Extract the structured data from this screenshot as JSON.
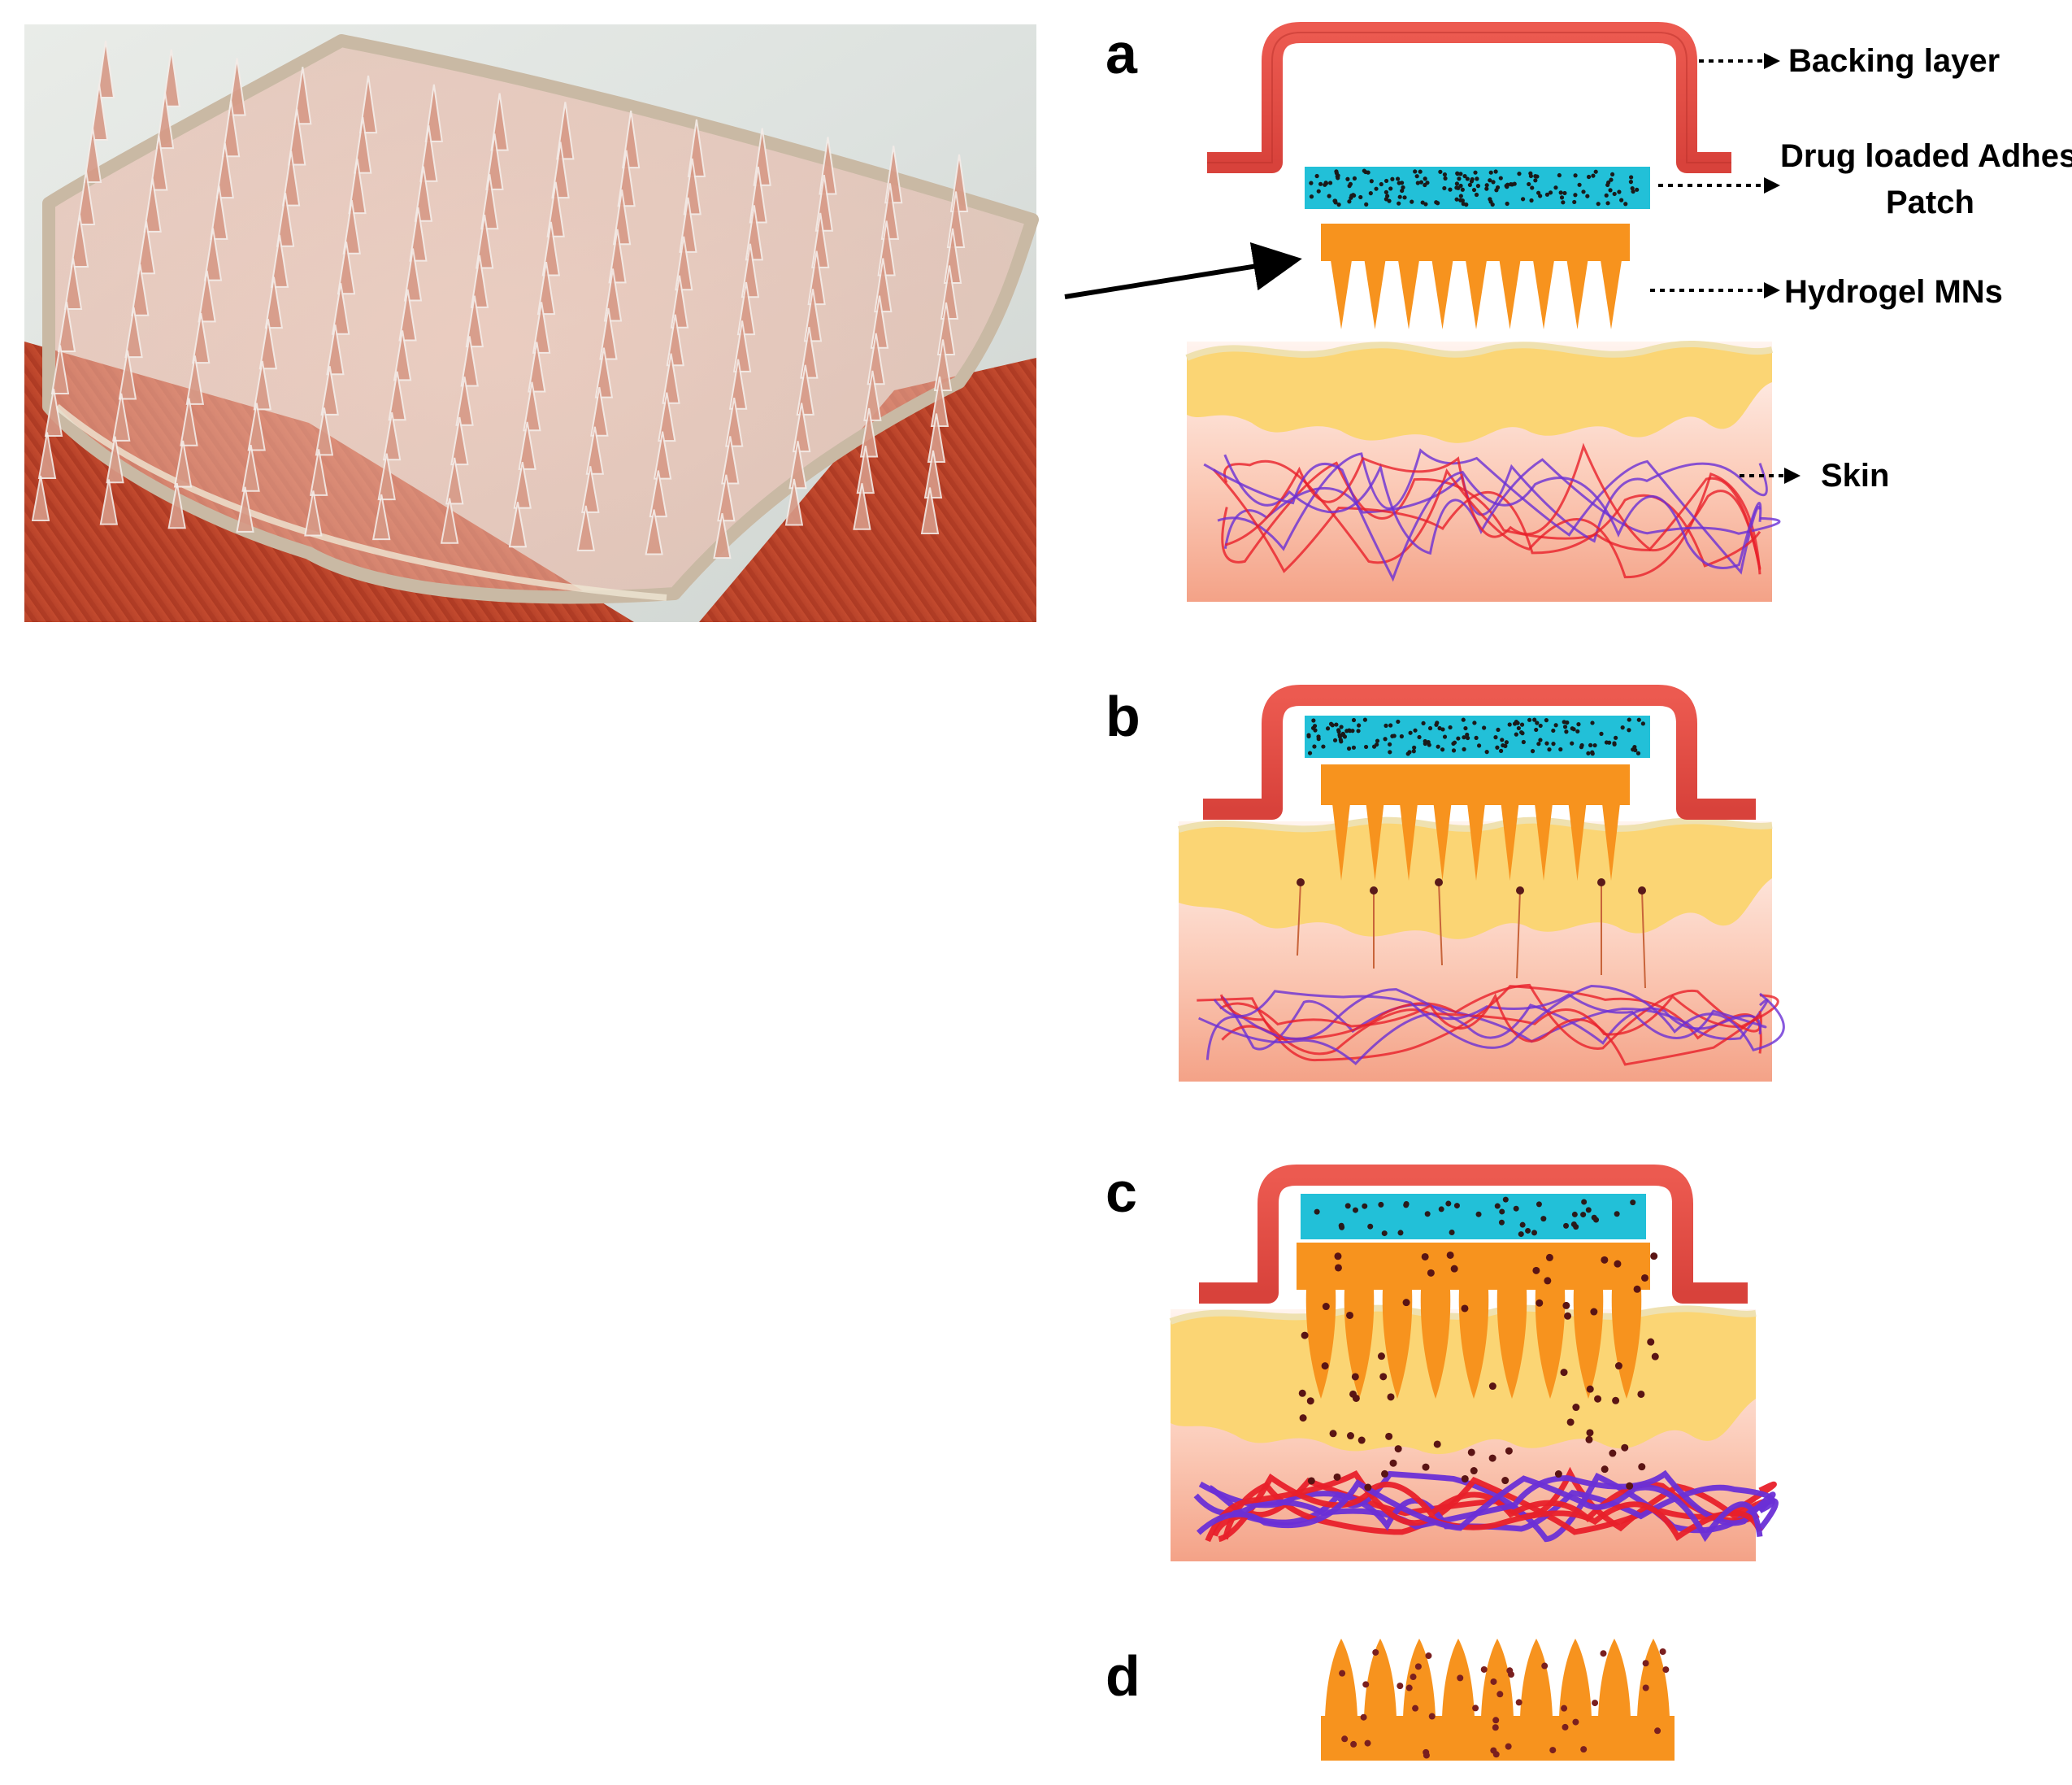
{
  "figure": {
    "photo": {
      "subject": "transparent hydrogel microneedle array patch"
    },
    "panels": [
      {
        "letter": "a"
      },
      {
        "letter": "b"
      },
      {
        "letter": "c"
      },
      {
        "letter": "d"
      }
    ],
    "labels": {
      "backing_layer": "Backing layer",
      "drug_patch_line1": "Drug loaded Adhesive",
      "drug_patch_line2": "Patch",
      "hydrogel_mns": "Hydrogel MNs",
      "skin": "Skin"
    },
    "colors": {
      "backing": "#e0463f",
      "adhesive_patch": "#22c0d8",
      "hydrogel": "#f7931e",
      "epidermis": "#fbd574",
      "dermis_top": "#fff1ec",
      "dermis_bottom": "#f5a88f",
      "artery": "#e8202a",
      "vein": "#6a2fd6",
      "drug_particle": "#1c1c1c"
    }
  }
}
